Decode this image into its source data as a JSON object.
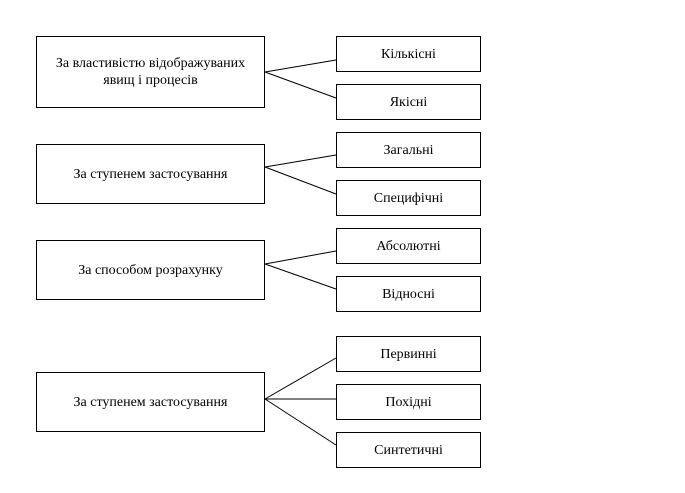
{
  "groups": [
    {
      "category": "За властивістю відображуваних явищ і процесів",
      "items": [
        "Кількісні",
        "Якісні"
      ]
    },
    {
      "category": "За ступенем застосування",
      "items": [
        "Загальні",
        "Специфічні"
      ]
    },
    {
      "category": "За способом розрахунку",
      "items": [
        "Абсолютні",
        "Відносні"
      ]
    },
    {
      "category": "За ступенем застосування",
      "items": [
        "Первинні",
        "Похідні",
        "Синтетичні"
      ]
    }
  ]
}
